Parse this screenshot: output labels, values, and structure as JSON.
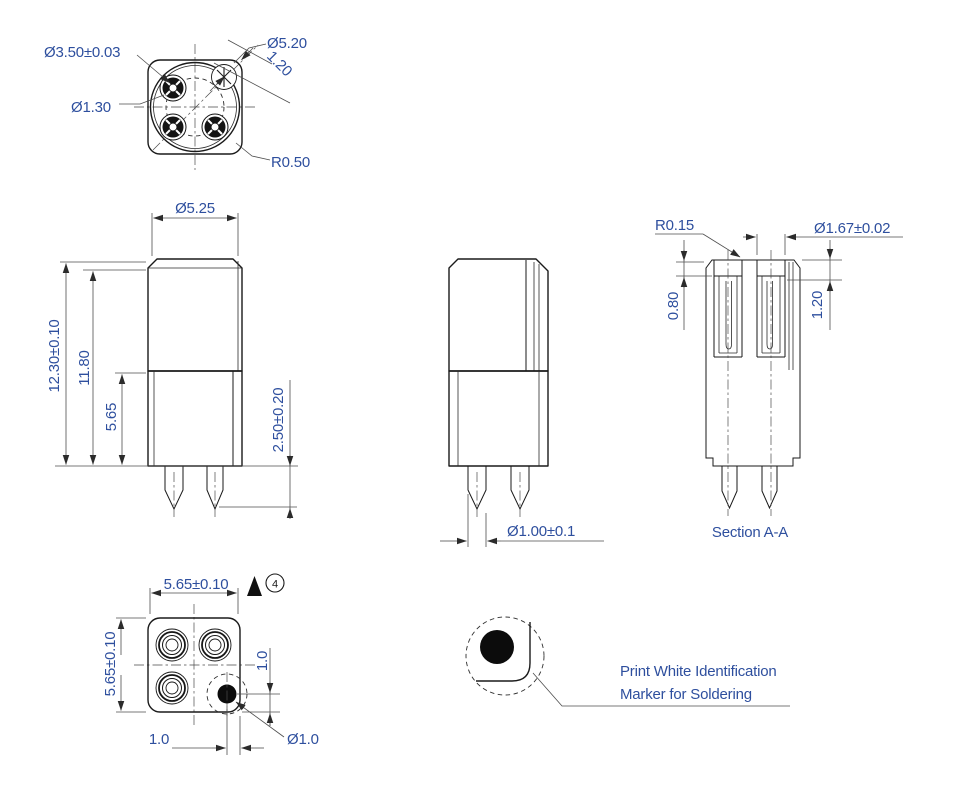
{
  "drawing": {
    "top_view": {
      "bolt_circle_dia": "Ø3.50±0.03",
      "body_dia": "Ø5.20",
      "marker_offset": "1.20",
      "pin_hole_dia": "Ø1.30",
      "corner_radius": "R0.50"
    },
    "front_view": {
      "head_dia": "Ø5.25",
      "total_height": "12.30±0.10",
      "body_height": "11.80",
      "base_height": "5.65",
      "pin_length": "2.50±0.20"
    },
    "side_view": {
      "pin_dia": "Ø1.00±0.1"
    },
    "section_view": {
      "label": "Section A-A",
      "fillet_radius": "R0.15",
      "bore_dia": "Ø1.67±0.02",
      "counterbore_depth": "0.80",
      "bore_depth": "1.20"
    },
    "bottom_view": {
      "width": "5.65±0.10",
      "height": "5.65±0.10",
      "marker_offset_v": "1.0",
      "marker_offset_h": "1.0",
      "marker_dia": "Ø1.0",
      "pin_count_flag": "4"
    },
    "detail_view": {
      "note_line1": "Print White Identification",
      "note_line2": "Marker for Soldering"
    },
    "colors": {
      "dimension_text": "#2e4f9e",
      "object_line": "#1a1a1a"
    }
  }
}
